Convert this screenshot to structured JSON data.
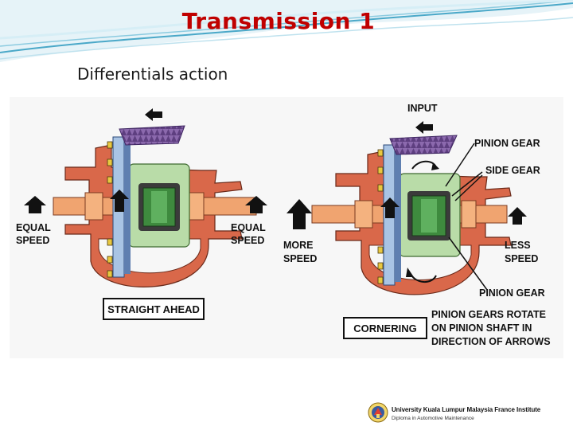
{
  "slide": {
    "title": "Transmission 1",
    "subtitle": "Differentials action"
  },
  "diagram": {
    "left": {
      "label_left": [
        "EQUAL",
        "SPEED"
      ],
      "label_right": [
        "EQUAL",
        "SPEED"
      ],
      "mode_box": "STRAIGHT AHEAD"
    },
    "right": {
      "label_input": "INPUT",
      "label_pinion_gear_top": "PINION GEAR",
      "label_side_gear": "SIDE GEAR",
      "label_more_speed": [
        "MORE",
        "SPEED"
      ],
      "label_less_speed": [
        "LESS",
        "SPEED"
      ],
      "label_pinion_gear_bottom": "PINION GEAR",
      "mode_box": "CORNERING",
      "caption": [
        "PINION GEARS ROTATE",
        "ON PINION SHAFT IN",
        "DIRECTION OF ARROWS"
      ]
    }
  },
  "footer": {
    "institution": "University Kuala Lumpur Malaysia France Institute",
    "programme": "Diploma in Automotive Maintenance"
  },
  "colors": {
    "title": "#c00000",
    "housing": "#d9684a",
    "axle": "#f0a470",
    "ring_gear": "#7b5a9e",
    "carrier": "#b9dca8",
    "gear_plate": "#a9c4e4"
  }
}
